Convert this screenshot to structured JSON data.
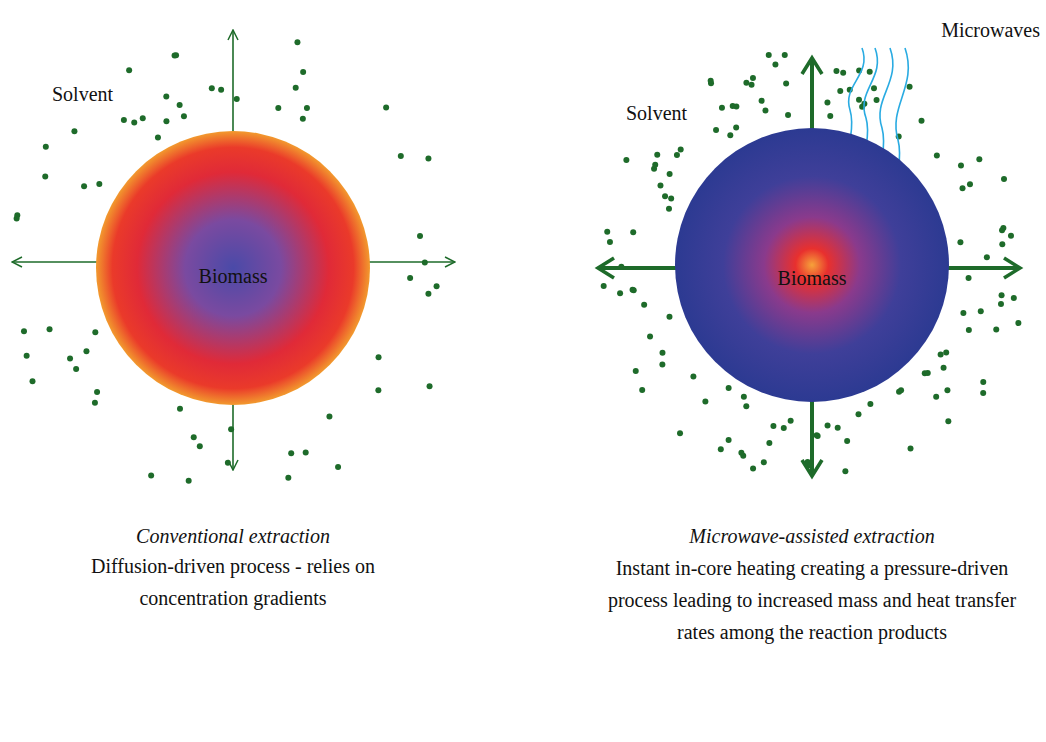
{
  "diagram": {
    "nodes": [
      {
        "text": [
          "Biomass"
        ]
      },
      {
        "text": [
          "Biomass"
        ]
      }
    ],
    "labels": [
      "Solvent",
      "Microwaves",
      "Solvent",
      "Conventional extraction",
      "Diffusion-driven process - relies on concentration gradients",
      "Microwave-assisted extraction",
      "Instant in-core heating creating a pressure-driven process leading to increased mass and heat transfer rates among the reaction products"
    ]
  }
}
